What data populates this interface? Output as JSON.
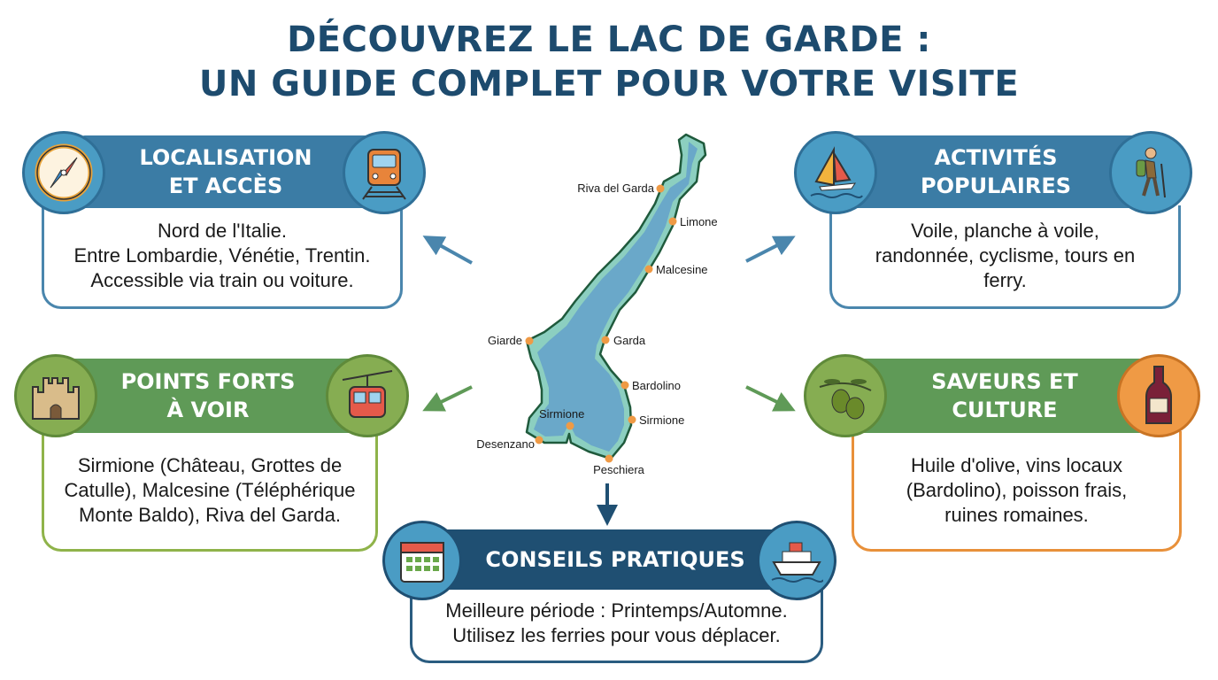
{
  "title": {
    "line1": "DÉCOUVREZ LE LAC DE GARDE :",
    "line2": "UN GUIDE COMPLET POUR VOTRE VISITE"
  },
  "colors": {
    "title": "#1d4b6e",
    "blue": "#3b7ca5",
    "green": "#5f9a57",
    "orange": "#e8903a",
    "navy": "#1f4f72"
  },
  "cards": {
    "location": {
      "title1": "LOCALISATION",
      "title2": "ET ACCÈS",
      "lines": [
        "Nord de l'Italie.",
        "Entre Lombardie, Vénétie, Trentin.",
        "Accessible via train ou voiture."
      ],
      "icons": [
        "compass-icon",
        "train-icon"
      ]
    },
    "activities": {
      "title1": "ACTIVITÉS",
      "title2": "POPULAIRES",
      "lines": [
        "Voile, planche à voile,",
        "randonnée, cyclisme, tours en",
        "ferry."
      ],
      "icons": [
        "windsurf-icon",
        "hiker-icon"
      ]
    },
    "highlights": {
      "title1": "POINTS FORTS",
      "title2": "À VOIR",
      "lines": [
        "Sirmione (Château, Grottes de",
        "Catulle), Malcesine (Téléphérique",
        "Monte Baldo), Riva del Garda."
      ],
      "icons": [
        "castle-icon",
        "cable-car-icon"
      ]
    },
    "flavors": {
      "title1": "SAVEURS ET",
      "title2": "CULTURE",
      "lines": [
        "Huile d'olive, vins locaux",
        "(Bardolino), poisson frais,",
        "ruines romaines."
      ],
      "icons": [
        "olive-icon",
        "wine-bottle-icon"
      ]
    },
    "tips": {
      "title1": "CONSEILS PRATIQUES",
      "lines": [
        "Meilleure période : Printemps/Automne.",
        "Utilisez les ferries pour vous déplacer."
      ],
      "icons": [
        "calendar-icon",
        "ferry-icon"
      ]
    }
  },
  "map": {
    "towns": [
      "Riva del Garda",
      "Limone",
      "Malcesine",
      "Giarde",
      "Garda",
      "Bardolino",
      "Sirmione",
      "Sirmione",
      "Desenzano",
      "Peschiera"
    ]
  }
}
